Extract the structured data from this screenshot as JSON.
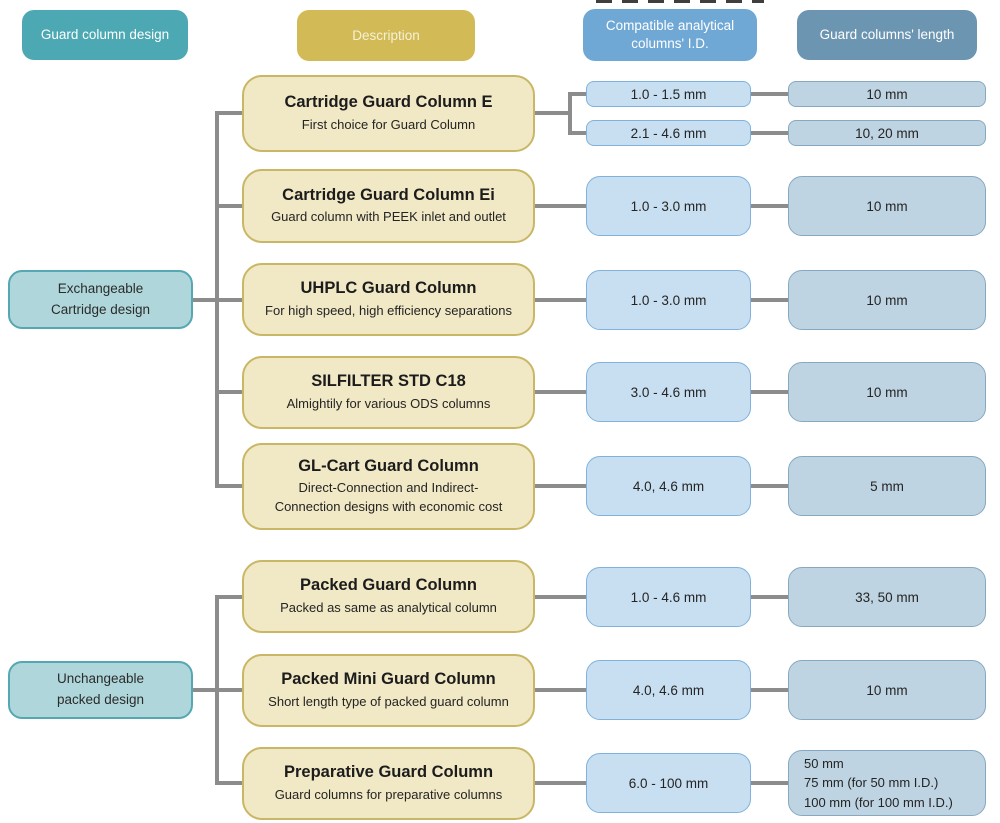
{
  "palette": {
    "header_teal": "#4CA8B2",
    "header_gold": "#D2BB57",
    "header_blue": "#6FA8D5",
    "header_steel": "#6C95B2",
    "group_fill": "#AFD7DB",
    "group_border": "#54A7B3",
    "description_fill": "#F1E8C5",
    "description_border": "#C9B766",
    "id_fill": "#C8DFF1",
    "id_border": "#7FB2DC",
    "length_fill": "#BFD4E2",
    "length_border": "#87A9C0",
    "connector": "#8C8C8C"
  },
  "headers": {
    "design": "Guard column design",
    "description": "Description",
    "id_line1": "Compatible analytical",
    "id_line2": "columns' I.D.",
    "length": "Guard columns' length"
  },
  "groups": {
    "exchangeable": {
      "line1": "Exchangeable",
      "line2": "Cartridge design"
    },
    "unchangeable": {
      "line1": "Unchangeable",
      "line2": "packed design"
    }
  },
  "rows": [
    {
      "title": "Cartridge Guard Column E",
      "desc": "First choice for Guard Column",
      "branches": [
        {
          "id": "1.0 - 1.5 mm",
          "length": "10 mm"
        },
        {
          "id": "2.1 - 4.6 mm",
          "length": "10, 20 mm"
        }
      ]
    },
    {
      "title": "Cartridge Guard Column Ei",
      "desc": "Guard column with PEEK inlet and outlet",
      "id": "1.0 - 3.0 mm",
      "length": "10 mm"
    },
    {
      "title": "UHPLC Guard Column",
      "desc": "For high speed, high efficiency separations",
      "id": "1.0 - 3.0 mm",
      "length": "10 mm"
    },
    {
      "title": "SILFILTER STD C18",
      "desc": "Almightily for various ODS columns",
      "id": "3.0 - 4.6 mm",
      "length": "10 mm"
    },
    {
      "title": "GL-Cart Guard Column",
      "desc_line1": "Direct-Connection and Indirect-",
      "desc_line2": "Connection designs  with economic cost",
      "id": "4.0, 4.6 mm",
      "length": "5 mm"
    },
    {
      "title": "Packed Guard Column",
      "desc": "Packed as same as analytical column",
      "id": "1.0 - 4.6 mm",
      "length": "33, 50 mm"
    },
    {
      "title": "Packed Mini Guard Column",
      "desc": "Short length type of packed guard column",
      "id": "4.0, 4.6 mm",
      "length": "10 mm"
    },
    {
      "title": "Preparative Guard Column",
      "desc": "Guard columns for preparative columns",
      "id": "6.0 - 100 mm",
      "length_lines": [
        "50 mm",
        "75 mm (for 50 mm I.D.)",
        "100 mm (for 100 mm I.D.)"
      ]
    }
  ]
}
